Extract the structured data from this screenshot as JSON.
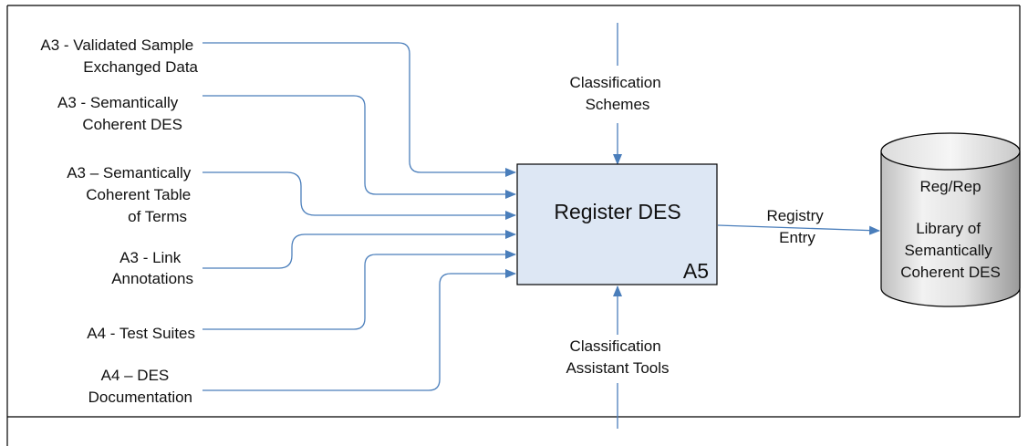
{
  "process": {
    "title": "Register DES",
    "node_id": "A5"
  },
  "inputs": [
    {
      "lines": [
        "A3 - Validated Sample",
        "Exchanged Data"
      ]
    },
    {
      "lines": [
        "A3 - Semantically",
        "Coherent DES"
      ]
    },
    {
      "lines": [
        "A3 – Semantically",
        "Coherent Table",
        "of Terms"
      ]
    },
    {
      "lines": [
        "A3 - Link",
        "Annotations"
      ]
    },
    {
      "lines": [
        "A4 - Test Suites"
      ]
    },
    {
      "lines": [
        "A4 – DES",
        "Documentation"
      ]
    }
  ],
  "control": {
    "lines": [
      "Classification",
      "Schemes"
    ]
  },
  "mechanism": {
    "lines": [
      "Classification",
      "Assistant Tools"
    ]
  },
  "output": {
    "lines": [
      "Registry",
      "Entry"
    ]
  },
  "store": {
    "title": "Reg/Rep",
    "lines": [
      "Library of",
      "Semantically",
      "Coherent DES"
    ]
  },
  "colors": {
    "arrow": "#4a7ebb",
    "box_fill": "#dde7f4",
    "border": "#000000"
  }
}
